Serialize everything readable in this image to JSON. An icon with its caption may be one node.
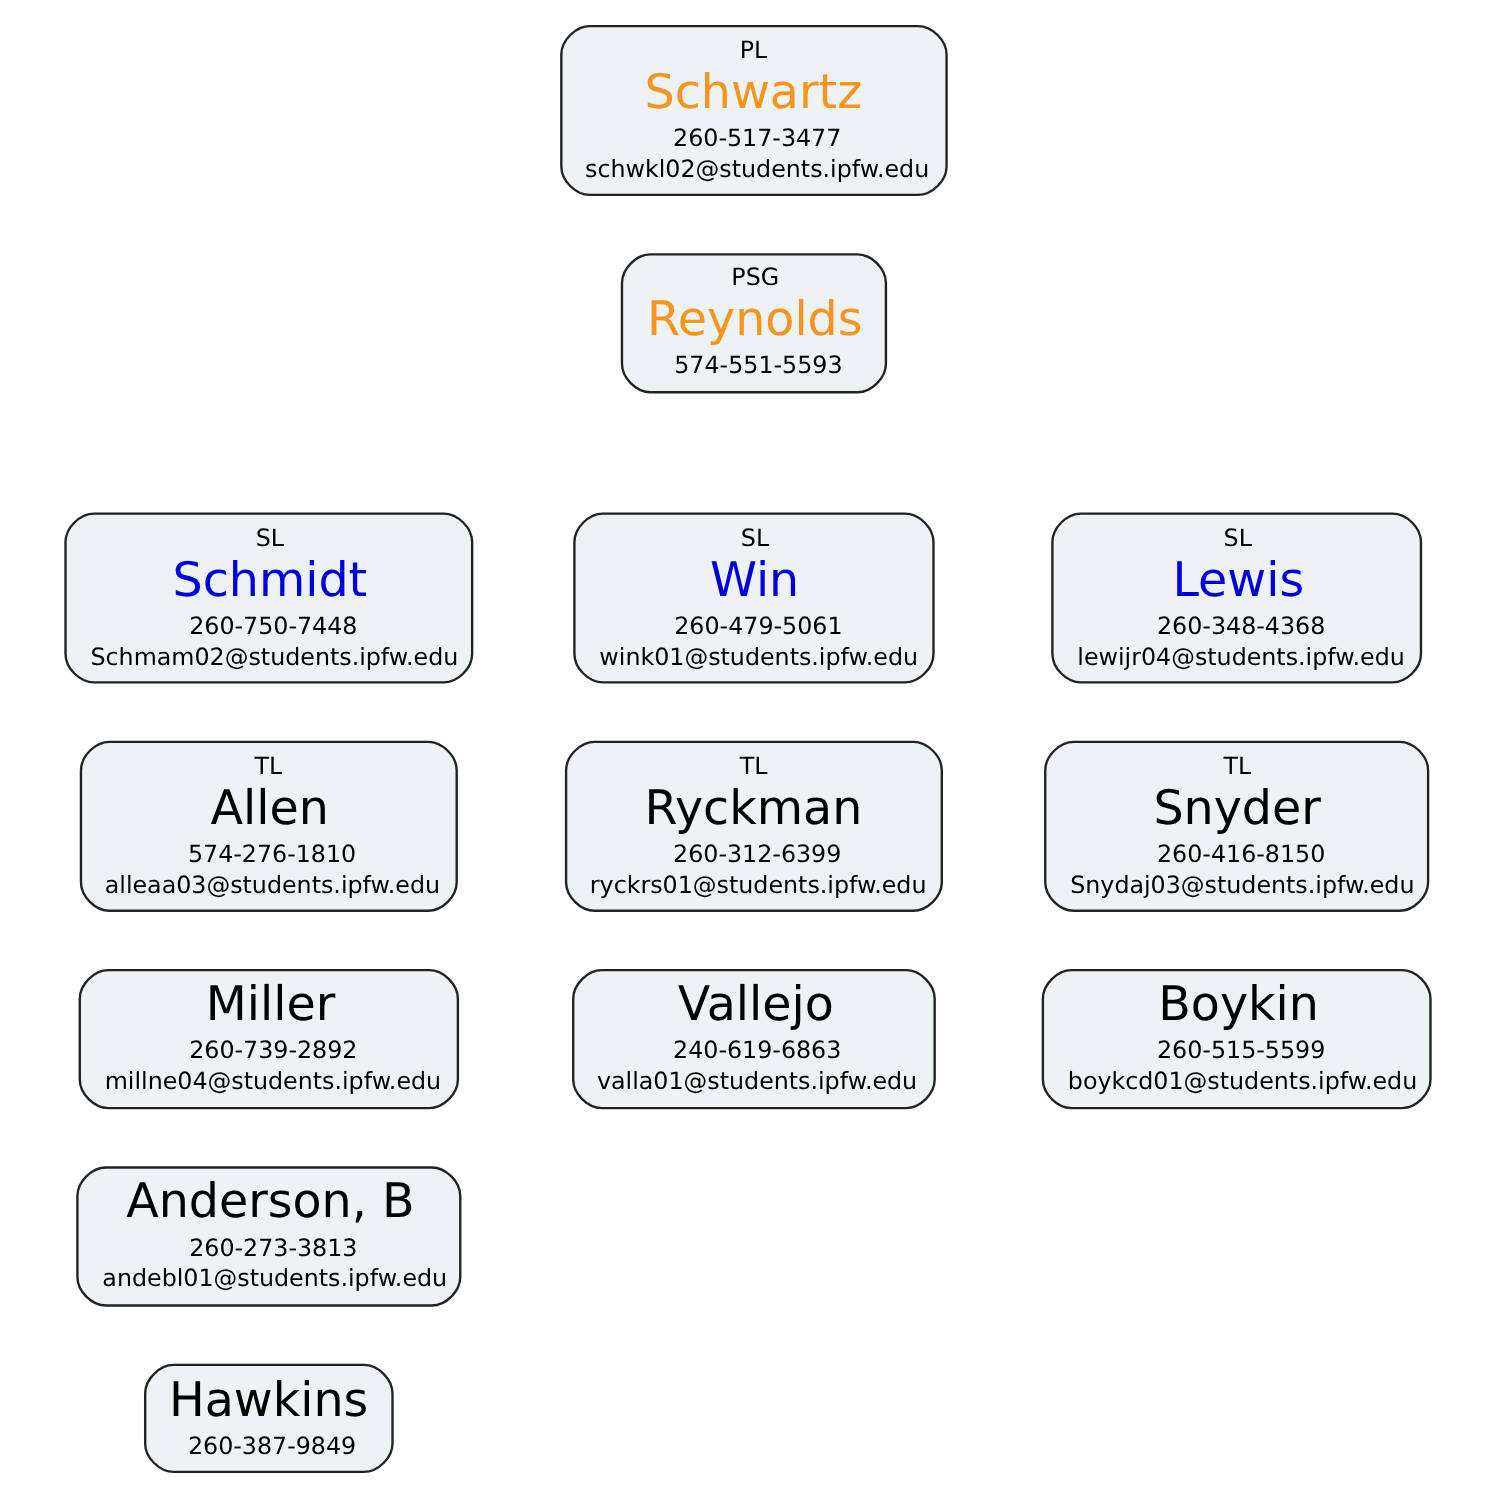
{
  "diagram": {
    "nodes": [
      {
        "text": [
          "PL",
          "Schwartz",
          "260-517-3477",
          "schwkl02@students.ipfw.edu"
        ]
      },
      {
        "text": [
          "PSG",
          "Reynolds",
          "574-551-5593"
        ]
      },
      {
        "text": [
          "SL",
          "Schmidt",
          "260-750-7448",
          "Schmam02@students.ipfw.edu"
        ]
      },
      {
        "text": [
          "TL",
          "Allen",
          "574-276-1810",
          "alleaa03@students.ipfw.edu"
        ]
      },
      {
        "text": [
          "Miller",
          "260-739-2892",
          "millne04@students.ipfw.edu"
        ]
      },
      {
        "text": [
          "Anderson, B",
          "260-273-3813",
          "andebl01@students.ipfw.edu"
        ]
      },
      {
        "text": [
          "Hawkins",
          "260-387-9849"
        ]
      },
      {
        "text": [
          "SL",
          "Win",
          "260-479-5061",
          "wink01@students.ipfw.edu"
        ]
      },
      {
        "text": [
          "TL",
          "Ryckman",
          "260-312-6399",
          "ryckrs01@students.ipfw.edu"
        ]
      },
      {
        "text": [
          "Vallejo",
          "240-619-6863",
          "valla01@students.ipfw.edu"
        ]
      },
      {
        "text": [
          "SL",
          "Lewis",
          "260-348-4368",
          "lewijr04@students.ipfw.edu"
        ]
      },
      {
        "text": [
          "TL",
          "Snyder",
          "260-416-8150",
          "Snydaj03@students.ipfw.edu"
        ]
      },
      {
        "text": [
          "Boykin",
          "260-515-5599",
          "boykcd01@students.ipfw.edu"
        ]
      }
    ],
    "edges": []
  }
}
